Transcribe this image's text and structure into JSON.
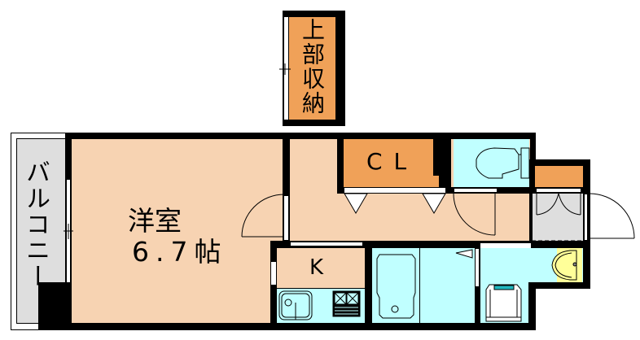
{
  "floorplan": {
    "colors": {
      "room": "#f7d3b2",
      "storage": "#f0a158",
      "wet": "#c0ffff",
      "balcony": "#dedede",
      "entrance": "#dedede",
      "toilet_fixture": "#ffff99",
      "wall": "#000000"
    },
    "rooms": {
      "upper_storage": {
        "label": "上部収納"
      },
      "balcony": {
        "label": "バルコニー"
      },
      "western_room": {
        "name": "洋室",
        "size": "6.7帖"
      },
      "closet": {
        "label": "CL"
      },
      "kitchen": {
        "label": "K"
      },
      "toilet": {
        "label": ""
      },
      "bath": {
        "label": ""
      },
      "washroom": {
        "label": ""
      },
      "entrance": {
        "label": ""
      }
    }
  }
}
